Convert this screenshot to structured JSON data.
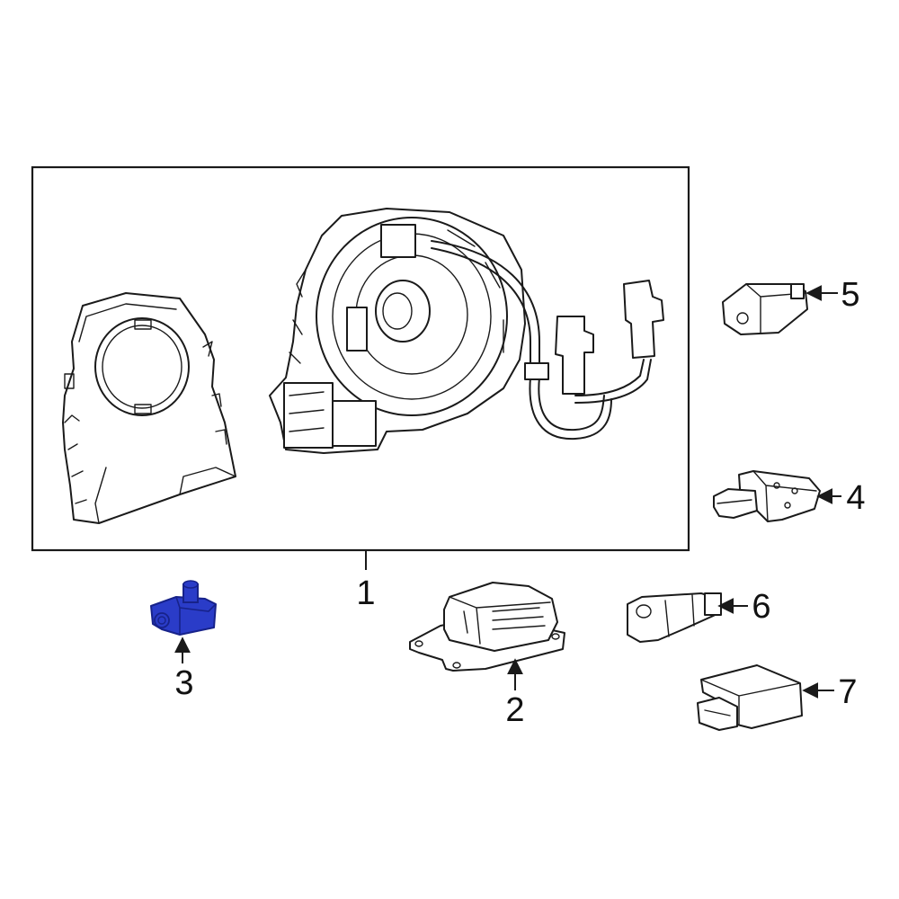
{
  "callouts": {
    "part_1": "1",
    "part_2": "2",
    "part_3": "3",
    "part_4": "4",
    "part_5": "5",
    "part_6": "6",
    "part_7": "7"
  },
  "colors": {
    "highlight": "#2a3cc8",
    "highlight_dark": "#17228a",
    "line": "#1a1a1a"
  }
}
